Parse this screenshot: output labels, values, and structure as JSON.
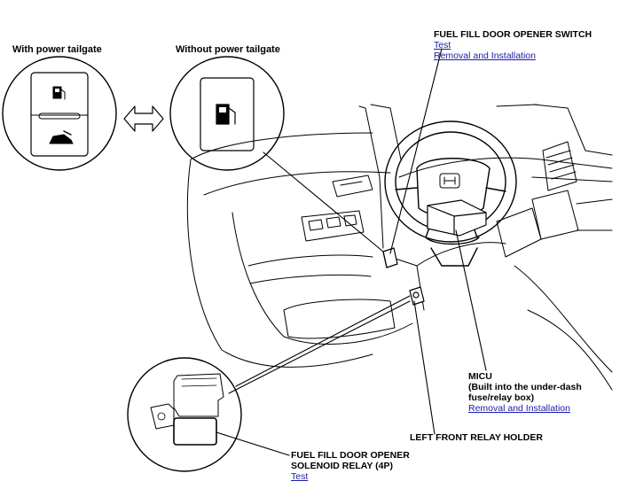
{
  "captions": {
    "with_power_tailgate": "With power tailgate",
    "without_power_tailgate": "Without power tailgate"
  },
  "callouts": {
    "switch": {
      "title": "FUEL FILL DOOR OPENER SWITCH",
      "links": [
        "Test",
        "Removal and Installation"
      ]
    },
    "micu": {
      "title_lines": [
        "MICU",
        "(Built into the under-dash",
        "fuse/relay box)"
      ],
      "links": [
        "Removal and Installation"
      ]
    },
    "relay_holder": {
      "title": "LEFT FRONT RELAY HOLDER"
    },
    "solenoid_relay": {
      "title_lines": [
        "FUEL FILL DOOR OPENER",
        "SOLENOID RELAY (4P)"
      ],
      "links": [
        "Test"
      ]
    }
  },
  "colors": {
    "line": "#000000",
    "link": "#1a1aa8",
    "background": "#ffffff"
  },
  "icons": [
    "fuel-pump-icon",
    "tailgate-vehicle-icon",
    "double-arrow-icon",
    "steering-wheel-icon",
    "honda-logo-icon"
  ]
}
